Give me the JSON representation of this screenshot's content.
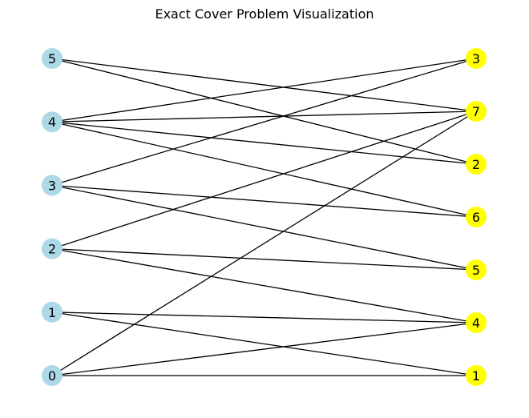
{
  "title": "Exact Cover Problem Visualization",
  "colors": {
    "left_node": "#add8e6",
    "right_node": "#ffff00",
    "edge": "#000000",
    "background": "#ffffff"
  },
  "left_nodes": [
    "0",
    "1",
    "2",
    "3",
    "4",
    "5"
  ],
  "right_nodes": [
    "1",
    "4",
    "5",
    "6",
    "2",
    "7",
    "3"
  ],
  "edges": [
    [
      "5",
      "7"
    ],
    [
      "5",
      "2"
    ],
    [
      "4",
      "3"
    ],
    [
      "4",
      "7"
    ],
    [
      "4",
      "2"
    ],
    [
      "4",
      "6"
    ],
    [
      "3",
      "3"
    ],
    [
      "3",
      "6"
    ],
    [
      "3",
      "5"
    ],
    [
      "2",
      "7"
    ],
    [
      "2",
      "5"
    ],
    [
      "2",
      "4"
    ],
    [
      "1",
      "4"
    ],
    [
      "1",
      "1"
    ],
    [
      "0",
      "7"
    ],
    [
      "0",
      "4"
    ],
    [
      "0",
      "1"
    ]
  ]
}
